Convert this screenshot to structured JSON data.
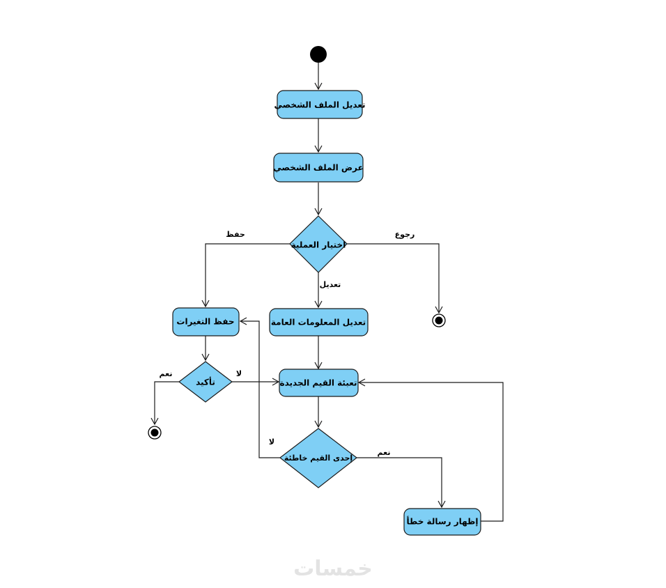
{
  "diagram": {
    "colors": {
      "fill": "#7fcff5",
      "stroke": "#1a1a1a",
      "start": "#000000"
    },
    "nodes": {
      "edit_profile": "تعديل الملف الشخصي",
      "show_profile": "عرض الملف الشخصي",
      "choose_operation": "اختيار العملية",
      "edit_general": "تعديل المعلومات العامة",
      "save_changes": "حفظ التغيرات",
      "confirm": "تأكيد",
      "fill_values": "تعبئة القيم الجديدة",
      "invalid_value": "إحدى القيم خاطئة",
      "show_error": "إظهار رسالة خطأ"
    },
    "edge_labels": {
      "save": "حفظ",
      "back": "رجوع",
      "edit": "تعديل",
      "confirm_yes": "نعم",
      "confirm_no": "لا",
      "invalid_no": "لا",
      "invalid_yes": "نعم"
    },
    "watermark": "خمسات"
  }
}
